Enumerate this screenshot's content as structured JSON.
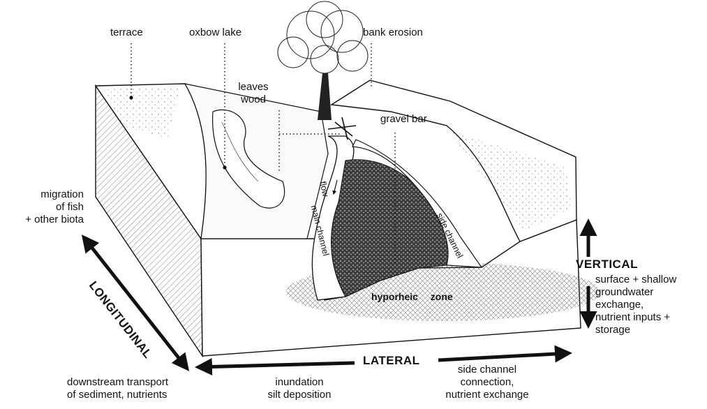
{
  "labels": {
    "terrace": "terrace",
    "oxbow_lake": "oxbow lake",
    "bank_erosion": "bank erosion",
    "leaves": "leaves",
    "wood": "wood",
    "gravel_bar": "gravel bar",
    "flow": "flow",
    "main_channel": "main channel",
    "side_channel": "side channel",
    "hyporheic_zone": "hyporheic zone",
    "longitudinal": "LONGITUDINAL",
    "lateral": "LATERAL",
    "vertical": "VERTICAL"
  },
  "descriptions": {
    "migration": [
      "migration",
      "of fish",
      "+ other biota"
    ],
    "downstream": [
      "downstream transport",
      "of sediment, nutrients"
    ],
    "inundation": [
      "inundation",
      "silt deposition"
    ],
    "side_channel_connection": [
      "side channel",
      "connection,",
      "nutrient exchange"
    ],
    "vertical_exchange": [
      "surface + shallow",
      "groundwater",
      "exchange,",
      "nutrient inputs +",
      "storage"
    ]
  },
  "style": {
    "ink": "#111111",
    "paper": "#ffffff",
    "shade": "#bdbdbd"
  }
}
